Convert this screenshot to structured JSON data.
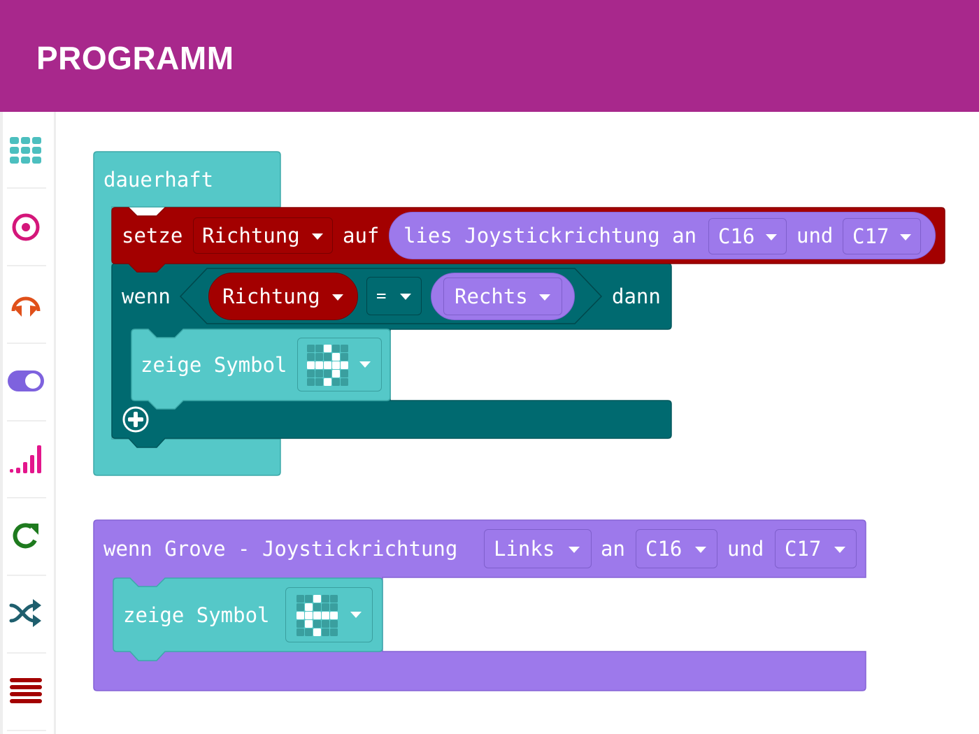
{
  "header": {
    "title": "PROGRAMM"
  },
  "sidebar": {
    "categories": [
      {
        "name": "basic",
        "icon": "grid-icon",
        "color": "#4cbfbf"
      },
      {
        "name": "input",
        "icon": "target-icon",
        "color": "#d4167a"
      },
      {
        "name": "music",
        "icon": "headphones-icon",
        "color": "#e0501a"
      },
      {
        "name": "logic",
        "icon": "toggle-icon",
        "color": "#7e62de"
      },
      {
        "name": "radio",
        "icon": "signal-bars-icon",
        "color": "#e3168c"
      },
      {
        "name": "loops",
        "icon": "refresh-icon",
        "color": "#1e7a1e"
      },
      {
        "name": "math",
        "icon": "shuffle-icon",
        "color": "#1f5f6e"
      },
      {
        "name": "variables",
        "icon": "list-lines-icon",
        "color": "#a30000"
      }
    ]
  },
  "blocks": {
    "forever": {
      "label": "dauerhaft"
    },
    "set": {
      "label": "setze",
      "variable": "Richtung",
      "to_label": "auf",
      "reporter": {
        "label": "lies Joystickrichtung an",
        "pin1": "C16",
        "and_label": "und",
        "pin2": "C17"
      }
    },
    "if": {
      "label": "wenn",
      "then_label": "dann",
      "left": "Richtung",
      "operator": "=",
      "right": "Rechts",
      "body": {
        "label": "zeige Symbol",
        "symbol": "arrow-right"
      }
    },
    "event": {
      "label": "wenn Grove - Joystickrichtung",
      "direction": "Links",
      "at_label": "an",
      "pin1": "C16",
      "and_label": "und",
      "pin2": "C17",
      "body": {
        "label": "zeige Symbol",
        "symbol": "arrow-left"
      }
    }
  },
  "symbols": {
    "arrow-right": [
      [
        0,
        0,
        1,
        0,
        0
      ],
      [
        0,
        0,
        0,
        1,
        0
      ],
      [
        1,
        1,
        1,
        1,
        1
      ],
      [
        0,
        0,
        0,
        1,
        0
      ],
      [
        0,
        0,
        1,
        0,
        0
      ]
    ],
    "arrow-left": [
      [
        0,
        0,
        1,
        0,
        0
      ],
      [
        0,
        1,
        0,
        0,
        0
      ],
      [
        1,
        1,
        1,
        1,
        1
      ],
      [
        0,
        1,
        0,
        0,
        0
      ],
      [
        0,
        0,
        1,
        0,
        0
      ]
    ]
  },
  "colors": {
    "header": "#a8288c",
    "basic": "#55c8c8",
    "variables": "#a30000",
    "logic": "#006a70",
    "joystick": "#9d79eb"
  }
}
